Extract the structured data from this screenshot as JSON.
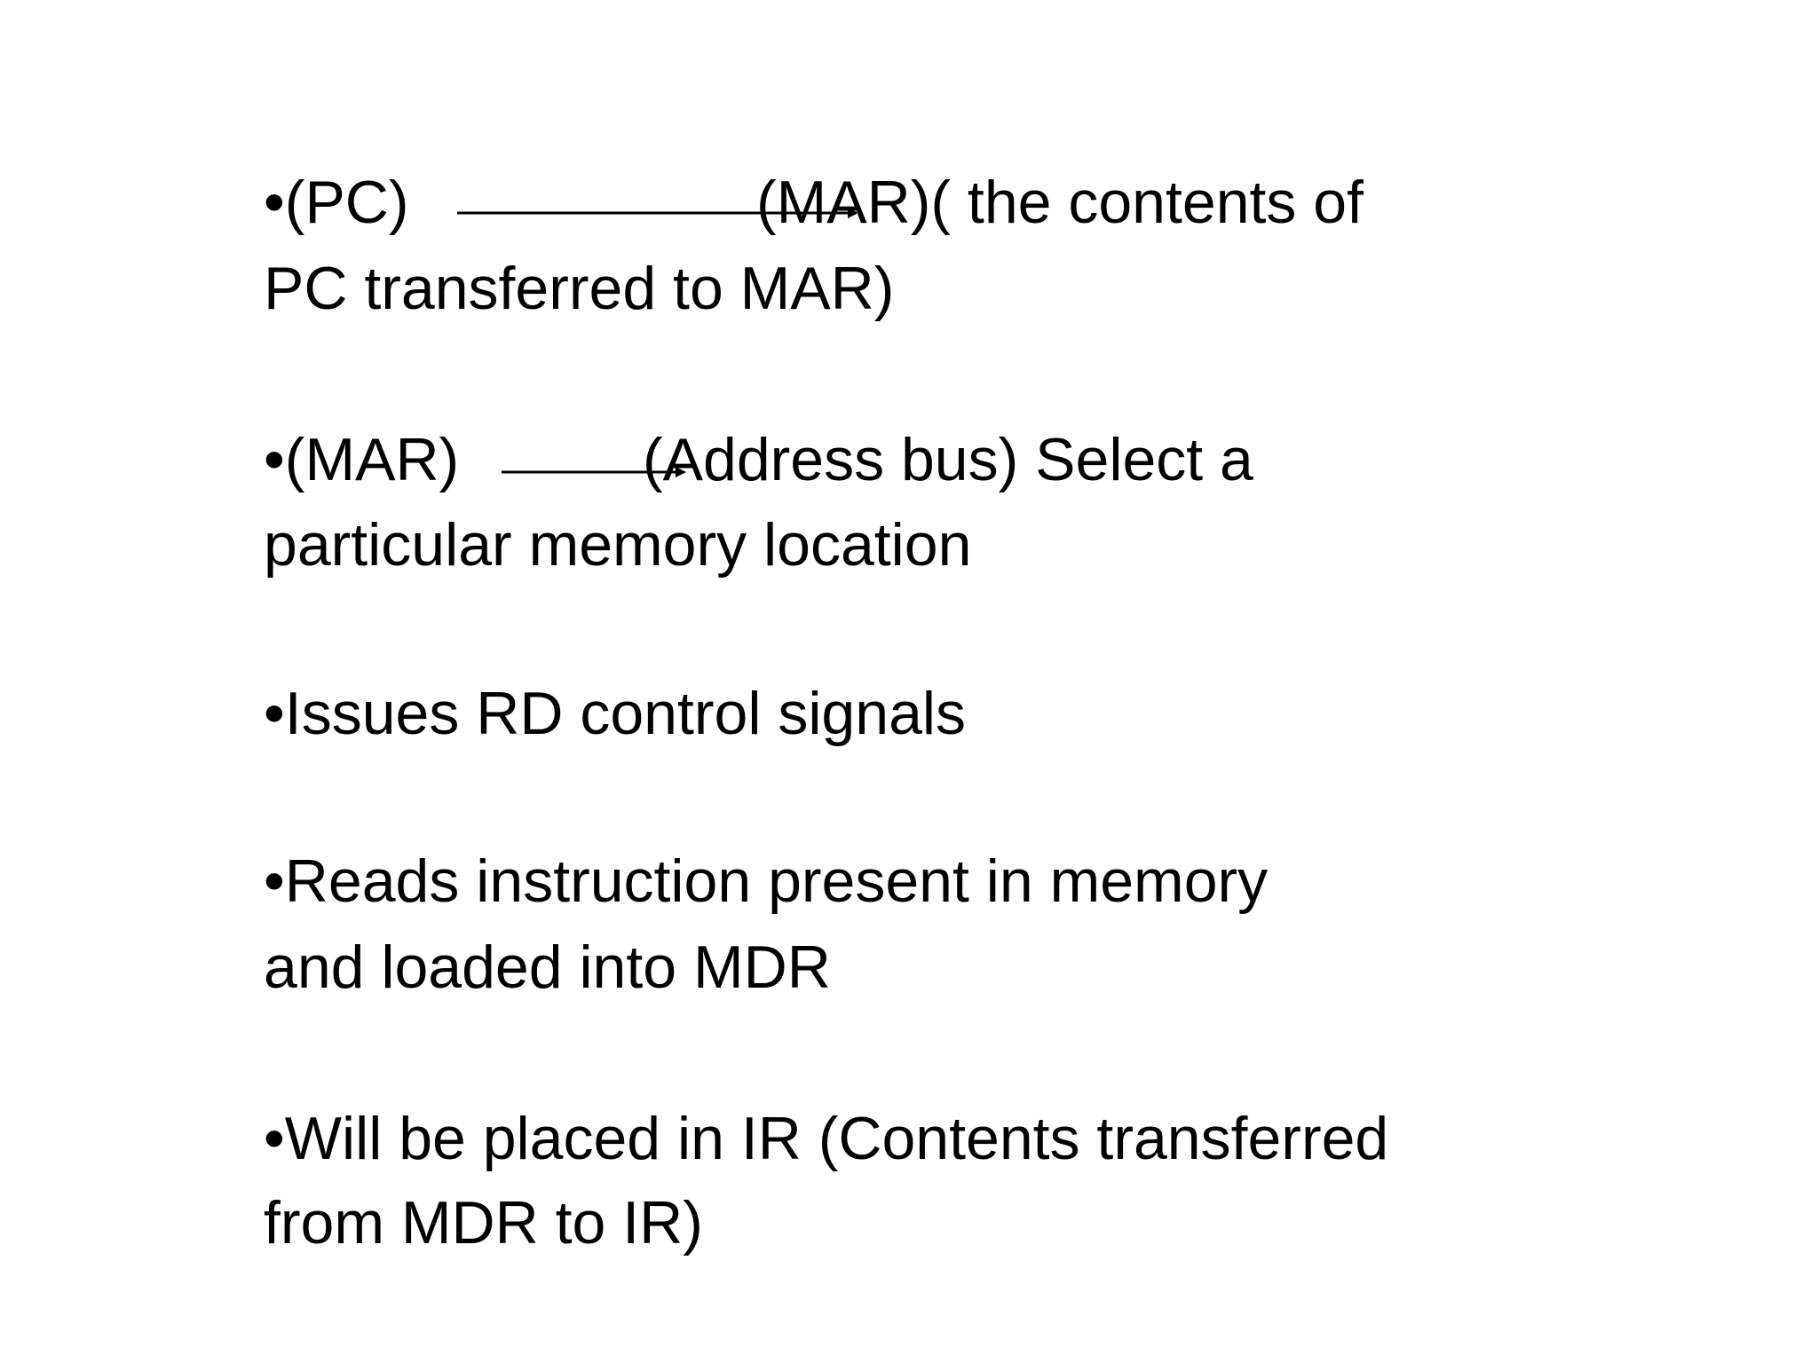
{
  "bullets": [
    {
      "lines": [
        "•(PC)",
        "(MAR)( the contents of",
        "PC transferred to MAR)"
      ]
    },
    {
      "lines": [
        "•(MAR)",
        "(Address bus) Select a",
        "particular memory location"
      ]
    },
    {
      "lines": [
        "•Issues RD control signals"
      ]
    },
    {
      "lines": [
        "•Reads instruction present in memory",
        "and loaded into MDR"
      ]
    },
    {
      "lines": [
        "•Will be placed in IR (Contents transferred",
        "from MDR to IR)"
      ]
    }
  ]
}
